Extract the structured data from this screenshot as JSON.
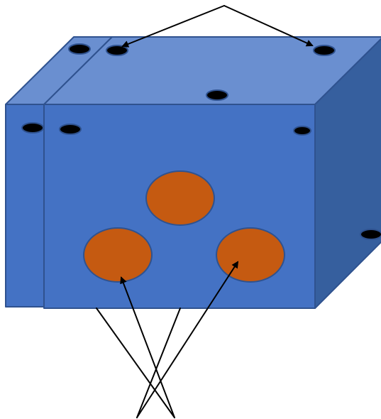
{
  "diagram": {
    "colors": {
      "background": "#ffffff",
      "face_front": "#4472c4",
      "face_top": "#6a8fd0",
      "face_side": "#365f9e",
      "edge": "#2f528f",
      "hole_fill": "#000000",
      "port_fill": "#c55a11",
      "arrow": "#000000"
    },
    "shapes": {
      "block": "3d-box",
      "holes": "black-ellipse",
      "ports": "orange-circle",
      "pointers": "black-arrow"
    },
    "counts": {
      "top_arrows": 2,
      "bottom_arrows": 2,
      "bottom_lines": 2,
      "holes": 8,
      "ports": 3
    }
  }
}
